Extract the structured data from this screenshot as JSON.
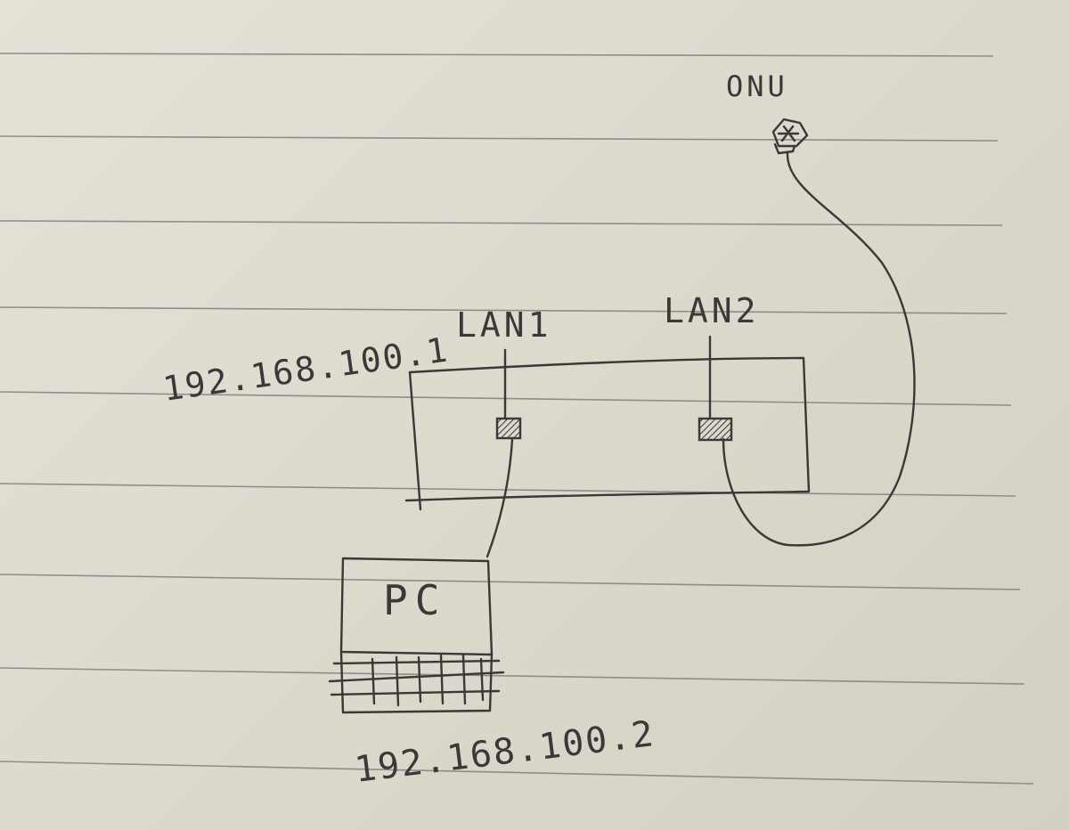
{
  "diagram": {
    "onu_label": "ONU",
    "lan1_label": "LAN1",
    "lan2_label": "LAN2",
    "router_ip": "192.168.100.1",
    "pc_label": "PC",
    "pc_ip": "192.168.100.2"
  },
  "colors": {
    "paper": "#e2dfd4",
    "ink": "#3a3838",
    "rule": "#8f8d8a"
  }
}
